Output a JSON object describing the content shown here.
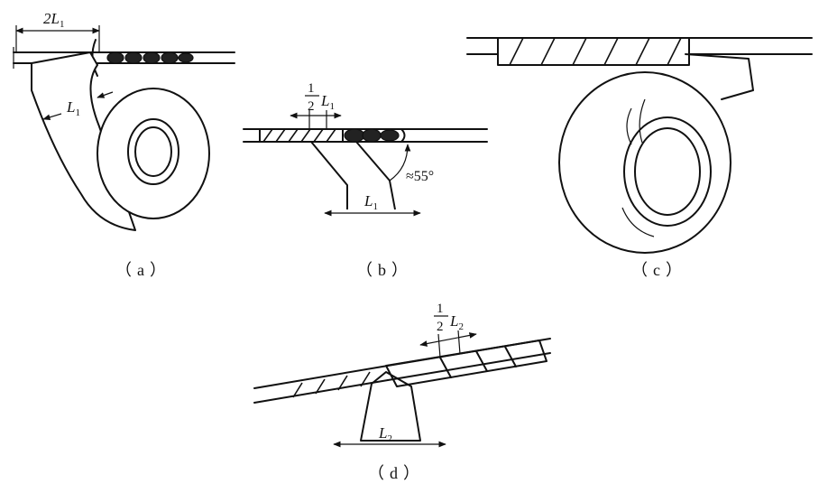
{
  "panels": {
    "a": {
      "caption": "（a）",
      "dim_top_num": "2",
      "dim_top_var": "L",
      "dim_top_sub": "1",
      "dim_side_var": "L",
      "dim_side_sub": "1"
    },
    "b": {
      "caption": "（b）",
      "frac_num": "1",
      "frac_den": "2",
      "frac_var": "L",
      "frac_sub": "1",
      "dim_bottom_var": "L",
      "dim_bottom_sub": "1",
      "angle": "≈55°"
    },
    "c": {
      "caption": "（c）"
    },
    "d": {
      "caption": "（d）",
      "frac_num": "1",
      "frac_den": "2",
      "frac_var": "L",
      "frac_sub": "2",
      "dim_bottom_var": "L",
      "dim_bottom_sub": "2"
    }
  },
  "colors": {
    "ink": "#111111",
    "background": "#ffffff",
    "speckle": "#333333"
  }
}
